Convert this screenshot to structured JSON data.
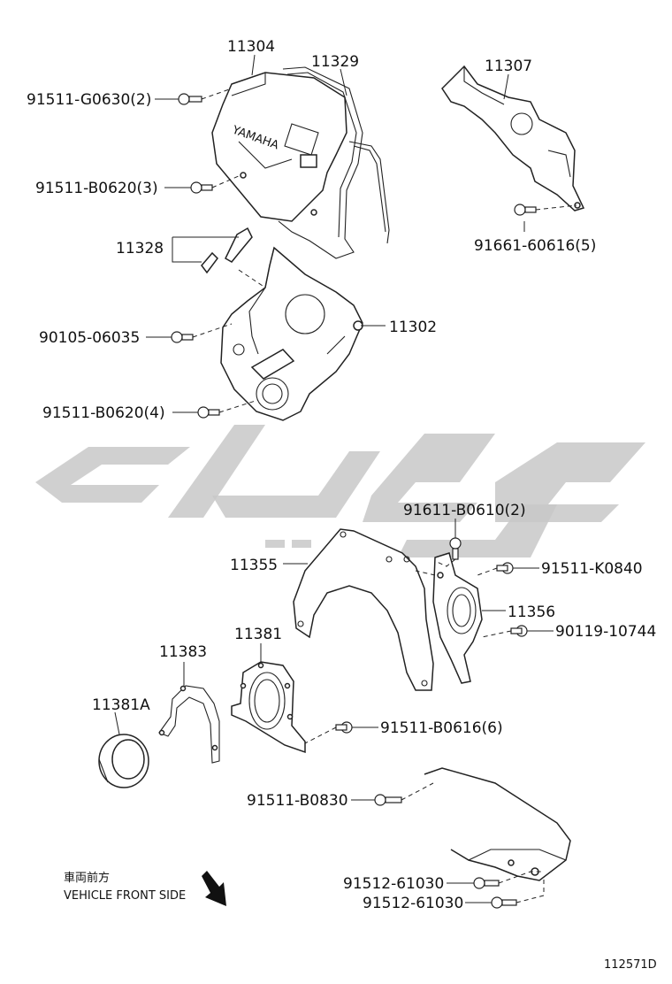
{
  "parts": {
    "p11304": "11304",
    "p11329": "11329",
    "p11307": "11307",
    "p11328": "11328",
    "p11302": "11302",
    "p11355": "11355",
    "p11356": "11356",
    "p11381": "11381",
    "p11383": "11383",
    "p11381A": "11381A"
  },
  "bolts": {
    "b_91511_G0630": "91511-G0630(2)",
    "b_91511_B0620_3": "91511-B0620(3)",
    "b_91661_60616": "91661-60616(5)",
    "b_90105_06035": "90105-06035",
    "b_91511_B0620_4": "91511-B0620(4)",
    "b_91611_B0610": "91611-B0610(2)",
    "b_91511_K0840": "91511-K0840",
    "b_90119_10744": "90119-10744",
    "b_91511_B0616": "91511-B0616(6)",
    "b_91511_B0830": "91511-B0830",
    "b_91512_61030_a": "91512-61030",
    "b_91512_61030_b": "91512-61030"
  },
  "cover_logo": "YAMAHA",
  "front_side": {
    "jp": "車両前方",
    "en": "VEHICLE FRONT SIDE"
  },
  "diagram_id": "112571D"
}
